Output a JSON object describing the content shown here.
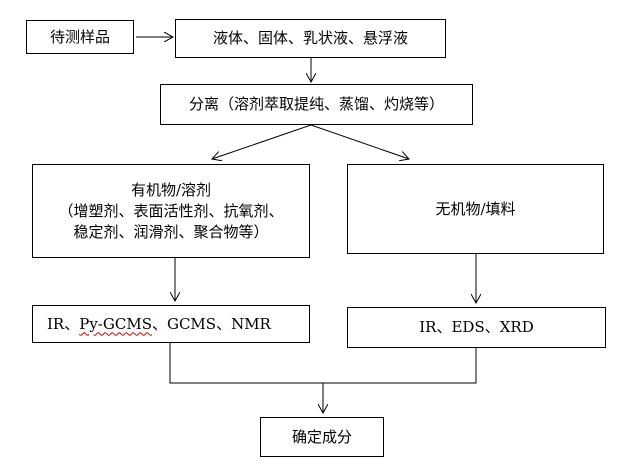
{
  "nodes": {
    "sample": "待测样品",
    "states": "液体、固体、乳状液、悬浮液",
    "separation": "分离（溶剂萃取提纯、蒸馏、灼烧等）",
    "organic_line1": "有机物/溶剂",
    "organic_line2": "（增塑剂、表面活性剂、抗氧剂、",
    "organic_line3": "稳定剂、润滑剂、聚合物等）",
    "inorganic": "无机物/填料",
    "organic_methods_prefix": "IR、",
    "organic_methods_pygcms": "Py-GCMS",
    "organic_methods_suffix": "、GCMS、NMR",
    "inorganic_methods": "IR、EDS、XRD",
    "result": "确定成分"
  }
}
